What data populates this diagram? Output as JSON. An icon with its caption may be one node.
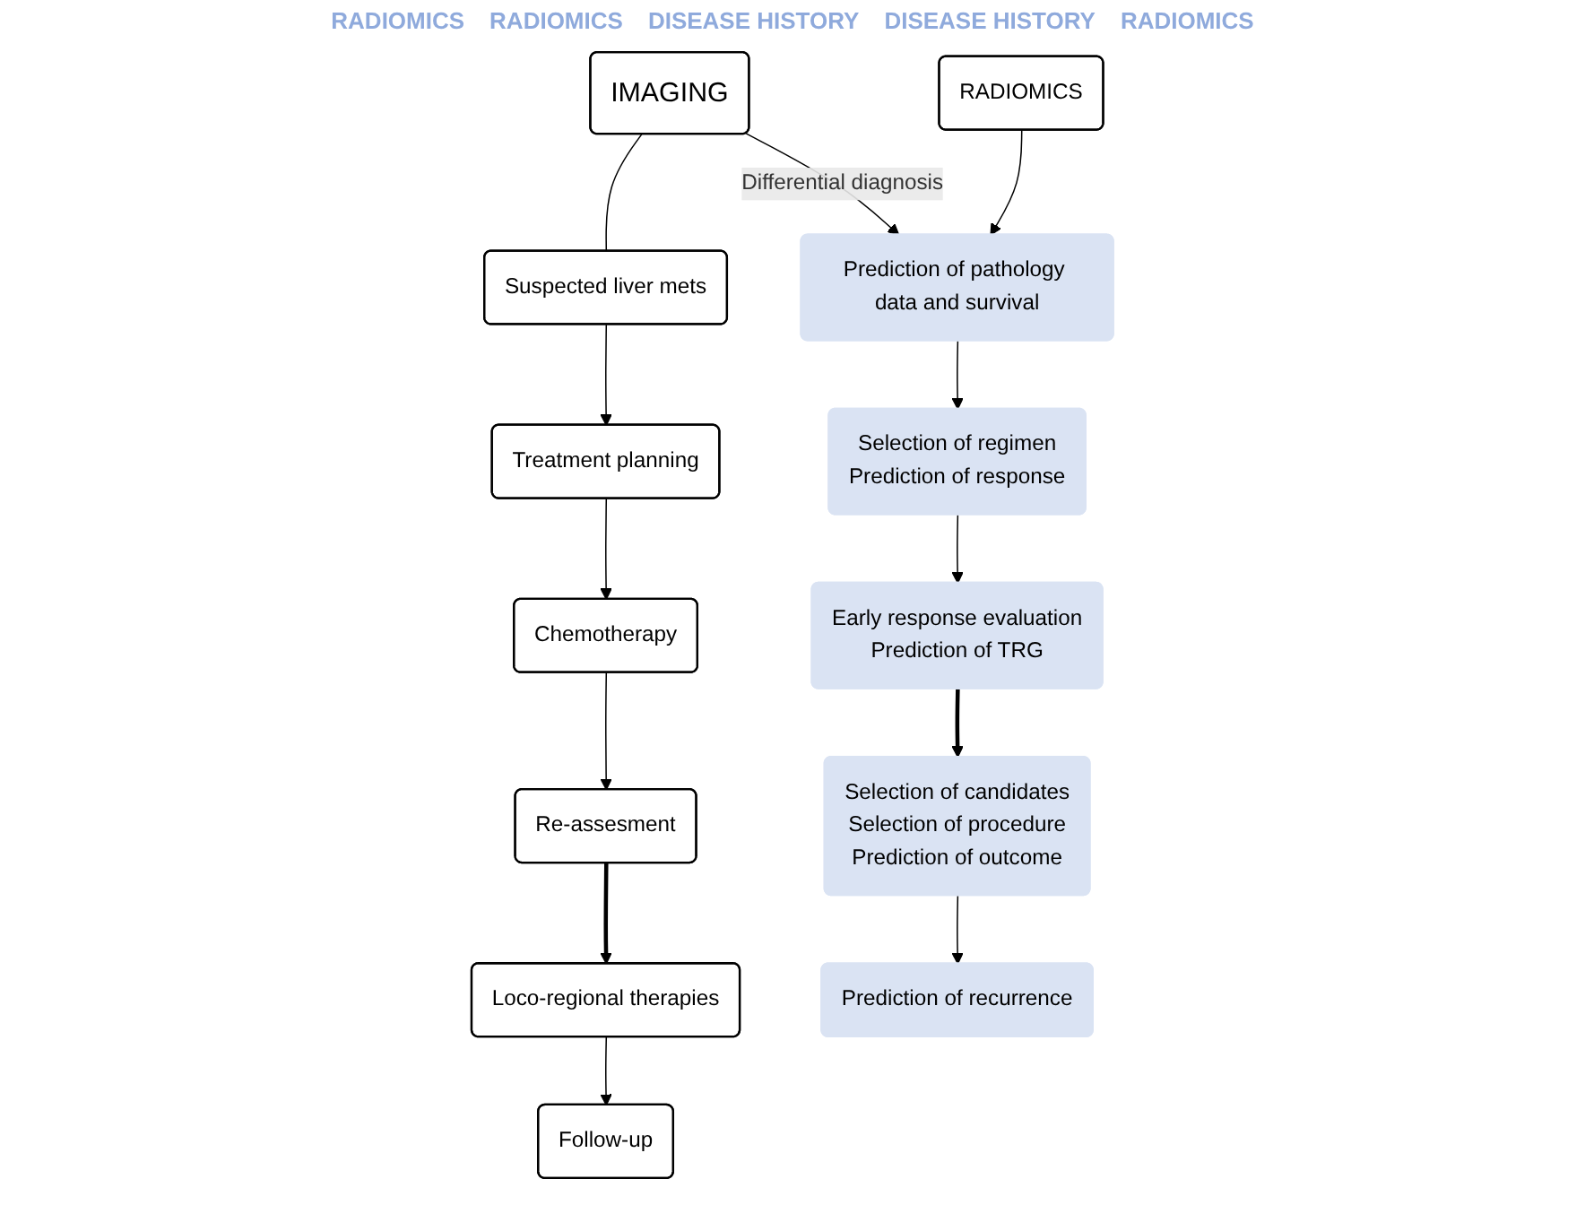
{
  "diagram": {
    "nodes": [
      {
        "text": [
          "RADIOMICS"
        ]
      },
      {
        "text": [
          "IMAGING"
        ]
      },
      {
        "text": [
          "Suspected liver mets"
        ]
      },
      {
        "text": [
          "Treatment planning"
        ]
      },
      {
        "text": [
          "Prediction of pathology data and survival"
        ]
      },
      {
        "text": [
          "Chemotherapy"
        ]
      },
      {
        "text": [
          "Selection of regimen",
          "Prediction of response"
        ]
      },
      {
        "text": [
          "Re-assesment"
        ]
      },
      {
        "text": [
          "Early response evaluation",
          "Prediction of TRG"
        ]
      },
      {
        "text": [
          "Loco-regional therapies"
        ]
      },
      {
        "text": [
          "Selection of candidates",
          "Selection of procedure",
          "Prediction of outcome"
        ]
      },
      {
        "text": [
          "Follow-up"
        ]
      },
      {
        "text": [
          "Prediction of recurrence"
        ]
      }
    ],
    "edges": [
      {
        "from": 1,
        "to": 4,
        "arrow": "to",
        "label": "Differential diagnosis"
      },
      {
        "from": 0,
        "to": 4,
        "arrow": "to"
      },
      {
        "from": 1,
        "to": 2,
        "arrow": "none"
      },
      {
        "from": 2,
        "to": 3,
        "arrow": "to"
      },
      {
        "from": 3,
        "to": 5,
        "arrow": "to"
      },
      {
        "from": 5,
        "to": 7,
        "arrow": "to"
      },
      {
        "from": 7,
        "to": 9,
        "arrow": "to",
        "style": "thick"
      },
      {
        "from": 9,
        "to": 11,
        "arrow": "to"
      },
      {
        "from": 4,
        "to": 6,
        "arrow": "to"
      },
      {
        "from": 6,
        "to": 8,
        "arrow": "to"
      },
      {
        "from": 8,
        "to": 10,
        "arrow": "to",
        "style": "thick"
      },
      {
        "from": 10,
        "to": 12,
        "arrow": "to"
      }
    ],
    "labels": [
      "RADIOMICS",
      "RADIOMICS",
      "DISEASE HISTORY",
      "DISEASE HISTORY",
      "RADIOMICS"
    ]
  }
}
